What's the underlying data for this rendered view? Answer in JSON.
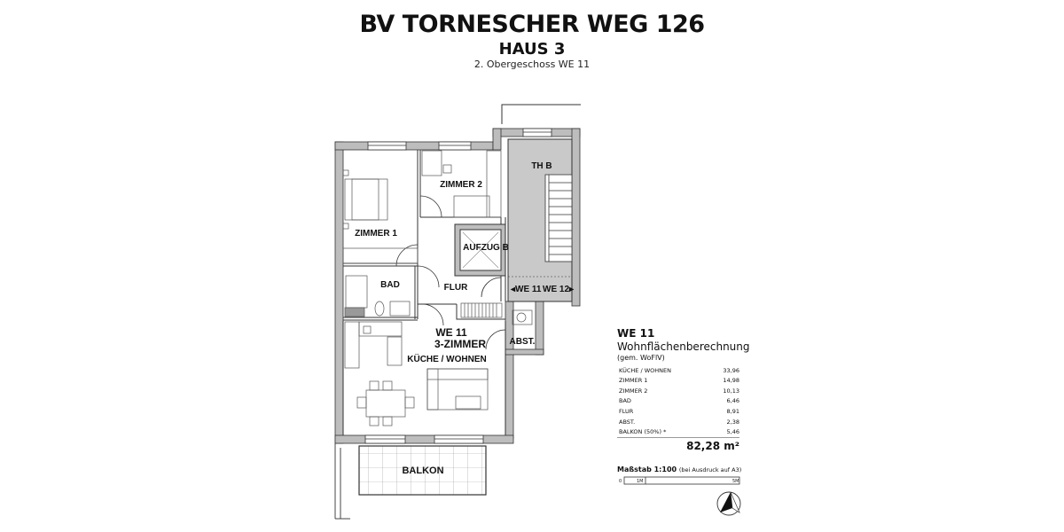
{
  "header": {
    "title": "BV TORNESCHER WEG 126",
    "subtitle": "HAUS 3",
    "floor": "2. Obergeschoss WE 11"
  },
  "rooms": {
    "zimmer1": "ZIMMER 1",
    "zimmer2": "ZIMMER 2",
    "bad": "BAD",
    "flur": "FLUR",
    "aufzug": "AUFZUG B",
    "thb": "TH B",
    "we11_marker": "◂WE 11",
    "we12_marker": "WE 12▸",
    "unit": "WE 11",
    "unit_type": "3-ZIMMER",
    "kueche": "KÜCHE / WOHNEN",
    "abst": "ABST.",
    "balkon": "BALKON"
  },
  "area_calc": {
    "unit": "WE 11",
    "heading": "Wohnflächenberechnung",
    "note": "(gem. WoFlV)",
    "rows": [
      {
        "room": "KÜCHE / WOHNEN",
        "area": "33,96"
      },
      {
        "room": "ZIMMER 1",
        "area": "14,98"
      },
      {
        "room": "ZIMMER 2",
        "area": "10,13"
      },
      {
        "room": "BAD",
        "area": "6,46"
      },
      {
        "room": "FLUR",
        "area": "8,91"
      },
      {
        "room": "ABST.",
        "area": "2,38"
      },
      {
        "room": "BALKON (50%) *",
        "area": "5,46"
      }
    ],
    "total": "82,28 m²"
  },
  "scale": {
    "label": "Maßstab 1:100",
    "note": "(bei Ausdruck auf A3)",
    "ticks": [
      "0",
      "1M",
      "5M"
    ]
  },
  "icons": {
    "north_arrow": "north-arrow-icon"
  }
}
